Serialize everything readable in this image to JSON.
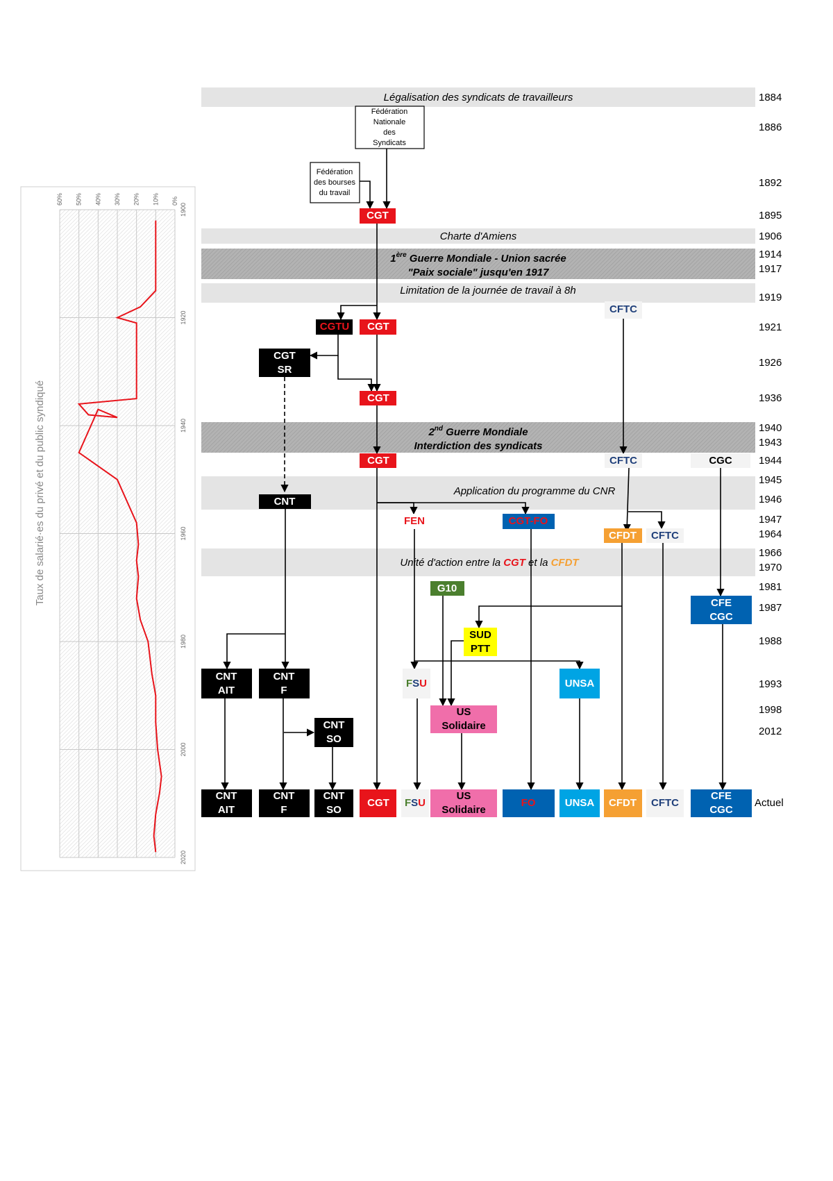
{
  "title": "",
  "colors": {
    "red": "#e8141b",
    "black": "#000000",
    "blue": "#1f3f7a",
    "dark_blue": "#0062b1",
    "sky": "#00a4e4",
    "orange": "#f5a033",
    "pink": "#f06eaa",
    "yellow": "#ffff00",
    "green": "#4b7f2e",
    "light_band": "#e4e4e4",
    "dark_band": "#b3b3b3"
  },
  "years": {
    "y1884": "1884",
    "y1886": "1886",
    "y1892": "1892",
    "y1895": "1895",
    "y1906": "1906",
    "y1914": "1914",
    "y1917": "1917",
    "y1919": "1919",
    "y1921": "1921",
    "y1926": "1926",
    "y1936": "1936",
    "y1940": "1940",
    "y1943": "1943",
    "y1944": "1944",
    "y1945": "1945",
    "y1946": "1946",
    "y1947": "1947",
    "y1964": "1964",
    "y1966": "1966",
    "y1970": "1970",
    "y1981": "1981",
    "y1987": "1987",
    "y1988": "1988",
    "y1993": "1993",
    "y1998": "1998",
    "y2012": "2012",
    "actuel": "Actuel"
  },
  "events": {
    "legalisation": "Légalisation des syndicats de travailleurs",
    "amiens": "Charte d'Amiens",
    "ww1_pre": "1",
    "ww1_sup": "ère",
    "ww1_post": " Guerre Mondiale - Union sacrée",
    "paix": "\"Paix sociale\" jusqu'en 1917",
    "huit_heures": "Limitation de la journée de travail à 8h",
    "ww2_pre": "2",
    "ww2_sup": "nd",
    "ww2_post": " Guerre Mondiale",
    "interdiction": "Interdiction des syndicats",
    "cnr": "Application du programme du CNR",
    "unite_pre": "Unité d'action entre la ",
    "unite_cgt": "CGT",
    "unite_mid": " et la ",
    "unite_cfdt": "CFDT"
  },
  "orgs": {
    "fns_l1": "Fédération",
    "fns_l2": "Nationale",
    "fns_l3": "des",
    "fns_l4": "Syndicats",
    "fbt_l1": "Fédération",
    "fbt_l2": "des bourses",
    "fbt_l3": "du travail",
    "cgt": "CGT",
    "cgtu": "CGTU",
    "cgtsr_l1": "CGT",
    "cgtsr_l2": "SR",
    "cftc": "CFTC",
    "cgc": "CGC",
    "cnt": "CNT",
    "fen": "FEN",
    "cgtfo": "CGT-FO",
    "cfdt": "CFDT",
    "g10": "G10",
    "cfecgc_l1": "CFE",
    "cfecgc_l2": "CGC",
    "sud_l1": "SUD",
    "sud_l2": "PTT",
    "cntait_l1": "CNT",
    "cntait_l2": "AIT",
    "cntf_l1": "CNT",
    "cntf_l2": "F",
    "cntso_l1": "CNT",
    "cntso_l2": "SO",
    "fsu_f": "F",
    "fsu_s": "S",
    "fsu_u": "U",
    "unsa": "UNSA",
    "ussol_l1": "US",
    "ussol_l2": "Solidaire",
    "fo": "FO"
  },
  "chart_data": {
    "type": "line",
    "title": "",
    "ylabel": "Taux de salarié·es du privé et du public syndiqué",
    "x_ticks": [
      "1900",
      "1920",
      "1940",
      "1960",
      "1980",
      "2000",
      "2020"
    ],
    "y_ticks": [
      "60%",
      "50%",
      "40%",
      "30%",
      "20%",
      "10%",
      "0%"
    ],
    "x_range": [
      1900,
      2020
    ],
    "y_range": [
      0,
      60
    ],
    "grid": true,
    "series": [
      {
        "points": [
          [
            1902,
            10
          ],
          [
            1915,
            10
          ],
          [
            1918,
            18
          ],
          [
            1920,
            30
          ],
          [
            1921,
            20
          ],
          [
            1935,
            20
          ],
          [
            1936,
            50
          ],
          [
            1938,
            45
          ],
          [
            1938.5,
            30
          ],
          [
            1937,
            40
          ],
          [
            1945,
            50
          ],
          [
            1950,
            30
          ],
          [
            1958,
            20
          ],
          [
            1962,
            19
          ],
          [
            1965,
            20
          ],
          [
            1968,
            19
          ],
          [
            1972,
            20
          ],
          [
            1976,
            18
          ],
          [
            1980,
            14
          ],
          [
            1986,
            12
          ],
          [
            1990,
            10
          ],
          [
            1995,
            10
          ],
          [
            2000,
            9
          ],
          [
            2005,
            7
          ],
          [
            2008,
            8
          ],
          [
            2012,
            10
          ],
          [
            2016,
            11
          ],
          [
            2019,
            10
          ]
        ]
      }
    ]
  }
}
